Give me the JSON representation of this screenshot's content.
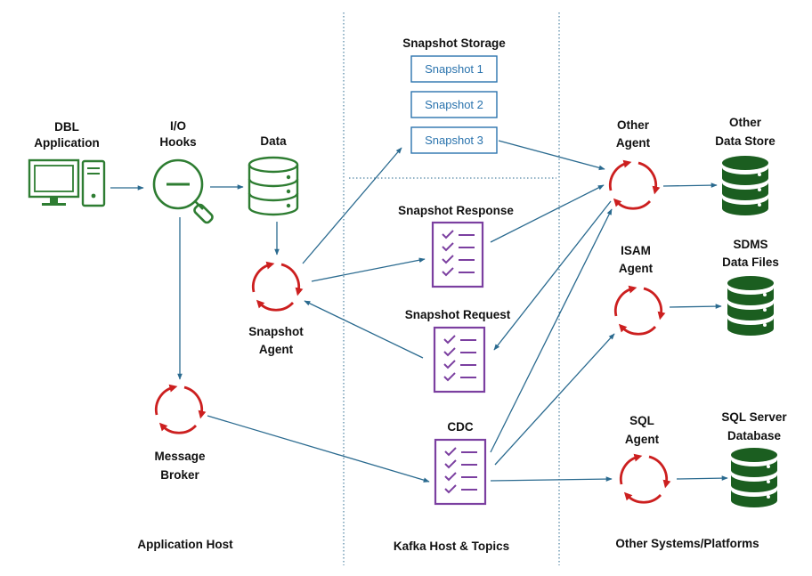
{
  "labels": {
    "dbl_application_line1": "DBL",
    "dbl_application_line2": "Application",
    "io_hooks_line1": "I/O",
    "io_hooks_line2": "Hooks",
    "data": "Data",
    "snapshot_agent_line1": "Snapshot",
    "snapshot_agent_line2": "Agent",
    "message_broker_line1": "Message",
    "message_broker_line2": "Broker",
    "snapshot_storage": "Snapshot Storage",
    "snapshot_response": "Snapshot Response",
    "snapshot_request": "Snapshot Request",
    "cdc": "CDC",
    "other_agent_line1": "Other",
    "other_agent_line2": "Agent",
    "other_data_store_line1": "Other",
    "other_data_store_line2": "Data Store",
    "isam_agent_line1": "ISAM",
    "isam_agent_line2": "Agent",
    "sdms_line1": "SDMS",
    "sdms_line2": "Data Files",
    "sql_agent_line1": "SQL",
    "sql_agent_line2": "Agent",
    "sql_db_line1": "SQL Server",
    "sql_db_line2": "Database"
  },
  "snapshots": [
    "Snapshot 1",
    "Snapshot 2",
    "Snapshot 3"
  ],
  "zones": {
    "application_host": "Application Host",
    "kafka_host": "Kafka Host & Topics",
    "other_systems": "Other Systems/Platforms"
  },
  "colors": {
    "green": "#2e7d32",
    "dark_green": "#1b5e20",
    "red": "#cc1f1f",
    "purple": "#7b3fa0",
    "blue": "#2a73ad",
    "arrow": "#2a6a8f"
  },
  "icons": {
    "computer": "computer-icon",
    "magnifier": "magnifier-icon",
    "database": "database-icon",
    "agent": "sync-cycle-icon",
    "topic": "checklist-icon"
  }
}
